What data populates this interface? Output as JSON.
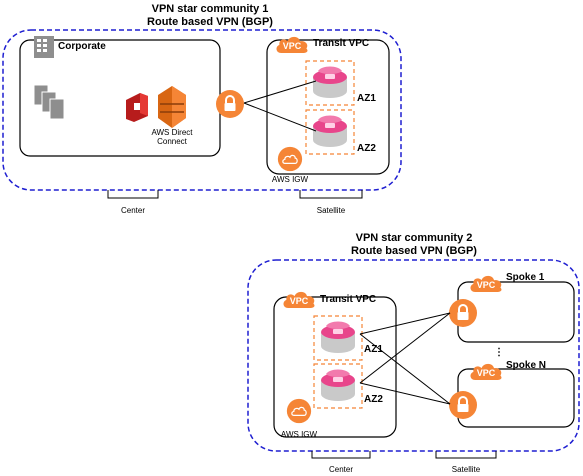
{
  "community1": {
    "title_line1": "VPN star community 1",
    "title_line2": "Route based VPN (BGP)",
    "corporate_label": "Corporate",
    "dx_label_line1": "AWS Direct",
    "dx_label_line2": "Connect",
    "transit_label": "Transit VPC",
    "vpc_badge": "VPC",
    "az1": "AZ1",
    "az2": "AZ2",
    "igw_label": "AWS IGW",
    "center_label": "Center",
    "satellite_label": "Satellite"
  },
  "community2": {
    "title_line1": "VPN star community 2",
    "title_line2": "Route based VPN (BGP)",
    "transit_label": "Transit VPC",
    "vpc_badge": "VPC",
    "az1": "AZ1",
    "az2": "AZ2",
    "igw_label": "AWS IGW",
    "spoke1_label": "Spoke 1",
    "spokeN_label": "Spoke N",
    "ellipsis": "⋮",
    "center_label": "Center",
    "satellite_label": "Satellite"
  },
  "colors": {
    "dashed_border": "#1f1fd1",
    "aws_orange": "#f58536",
    "gateway_pink": "#e8458b"
  }
}
